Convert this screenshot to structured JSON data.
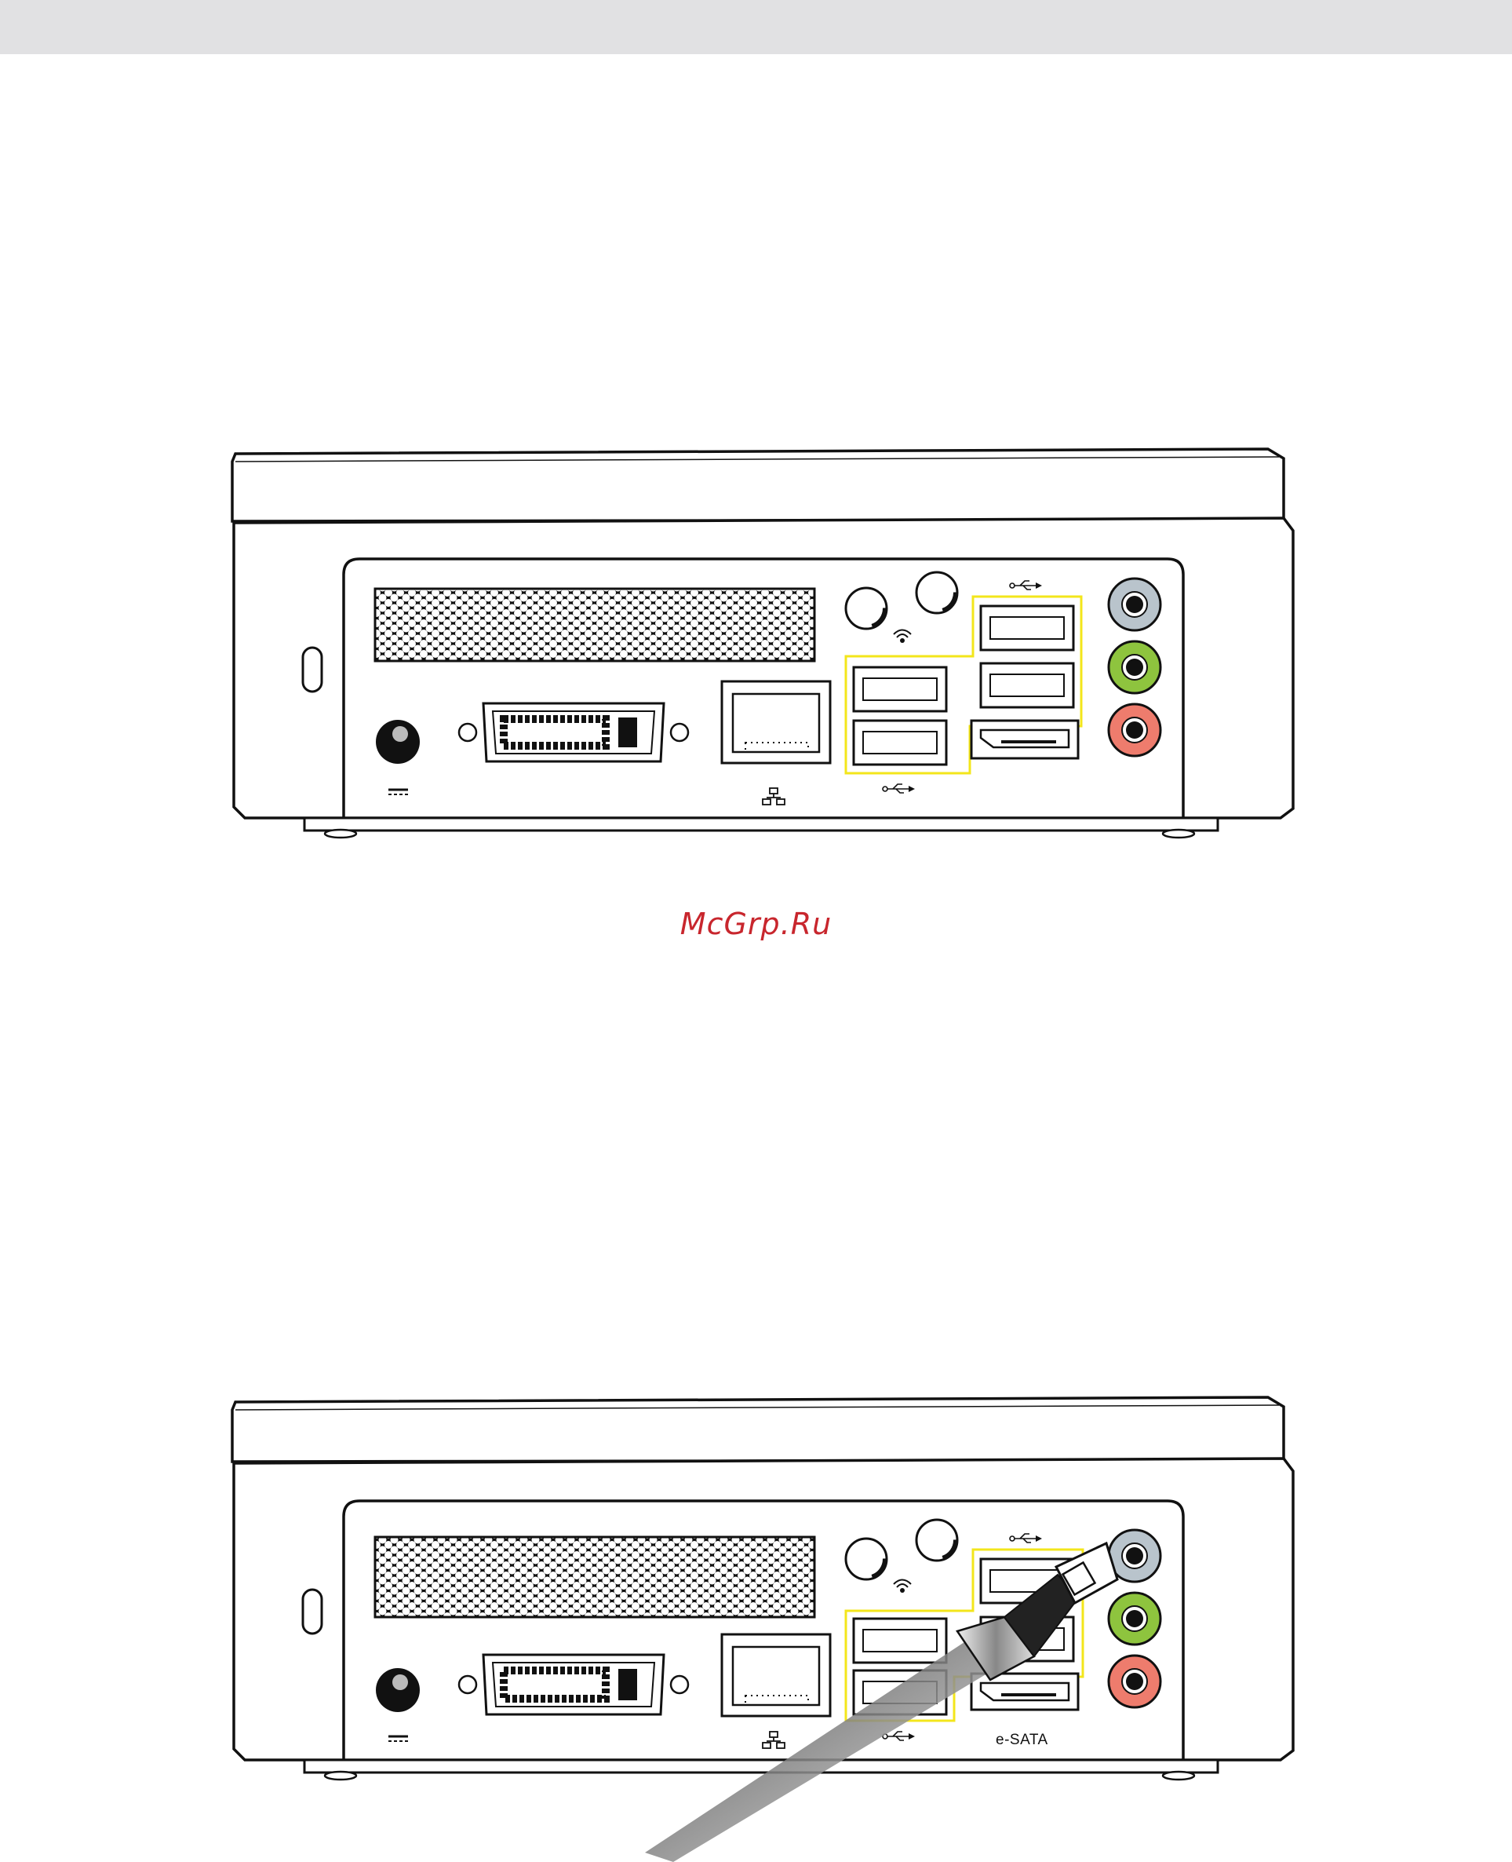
{
  "header": {
    "band_color": "#e1e1e3"
  },
  "watermark": {
    "text": "McGrp.Ru",
    "color": "#c8262d"
  },
  "figures": [
    {
      "name": "rear-panel",
      "ports": [
        "dc-power-jack",
        "dvi-port",
        "lan-port",
        "usb-ports",
        "esata-port",
        "audio-line-in",
        "audio-line-out",
        "audio-mic-in",
        "wireless-antenna-connectors"
      ],
      "highlight_color": "#f3e61b",
      "labels": {
        "esata": ""
      }
    },
    {
      "name": "rear-panel-with-optical-cable",
      "ports": [
        "dc-power-jack",
        "dvi-port",
        "lan-port",
        "usb-ports",
        "esata-port",
        "audio-line-in",
        "audio-line-out",
        "audio-mic-in",
        "wireless-antenna-connectors"
      ],
      "highlight_color": "#f3e61b",
      "labels": {
        "esata": "e-SATA"
      },
      "cable": "optical-audio-cable"
    }
  ],
  "audio_colors": {
    "line_in": "#b9c4cc",
    "line_out": "#8ec43e",
    "mic_in": "#ee7c6d"
  },
  "icons": [
    "dc-symbol-icon",
    "lan-icon",
    "usb-icon",
    "wifi-antenna-icon"
  ]
}
